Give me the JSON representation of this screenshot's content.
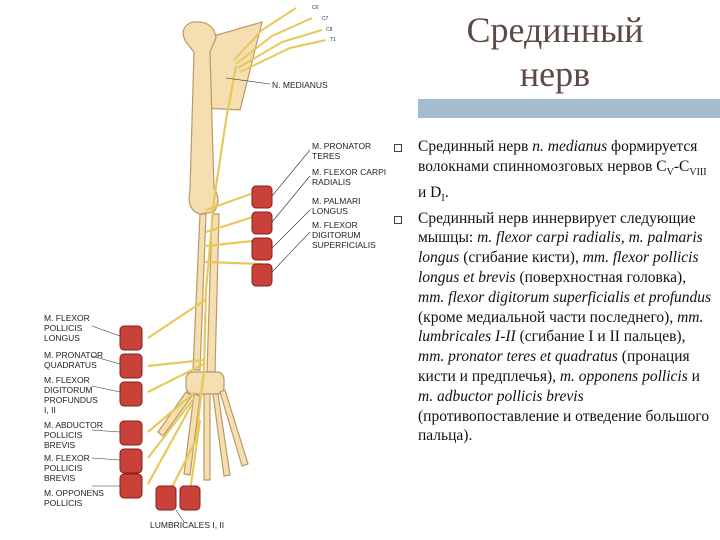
{
  "title": {
    "line1": "Срединный",
    "line2": "нерв"
  },
  "colors": {
    "accent_band": "#a5bccf",
    "title": "#5b4a45",
    "bone": "#f5deb0",
    "muscle": "#c8423a",
    "nerve": "#e8c85a"
  },
  "figure": {
    "labels": {
      "median": "N. MEDIANUS",
      "pronator_teres": "M. PRONATOR\nTERES",
      "fcr": "M. FLEXOR CARPI\nRADIALIS",
      "palmaris": "M. PALMARI\nLONGUS",
      "fds": "M. FLEXOR\nDIGITORUM\nSUPERFICIALIS",
      "fpl": "M. FLEXOR\nPOLLICIS\nLONGUS",
      "pq": "M. PRONATOR\nQUADRATUS",
      "fdp": "M. FLEXOR\nDIGITORUM\nPROFUNDUS\nI, II",
      "apb": "M. ABDUCTOR\nPOLLICIS\nBREVIS",
      "fpb": "M. FLEXOR\nPOLLICIS\nBREVIS",
      "opp": "M. OPPONENS\nPOLLICIS",
      "lumb": "LUMBRICALES I, II"
    },
    "roots": [
      "C6",
      "C7",
      "C8",
      "T1"
    ]
  },
  "bullets": {
    "b1": {
      "p1": "Срединный нерв ",
      "p2": "n. medianus",
      "p3": " формируется волокнами спинномозговых нервов C",
      "s1": "V",
      "p4": "-C",
      "s2": "VIII",
      "p5": " и D",
      "s3": "I",
      "p6": "."
    },
    "b2": {
      "t1": "Срединный нерв иннервирует следующие мышцы: ",
      "t2": "m. flexor carpi radialis, m. palmaris longus",
      "t3": " (сгибание кисти), ",
      "t4": "mm. flexor pollicis longus et brevis",
      "t5": " (поверхностная головка), ",
      "t6": "mm. flexor digitorum superficialis et profundus",
      "t7": " (кроме медиальной части последнего), ",
      "t8": "mm. lumbricales I-II",
      "t9": " (сгибание I и II пальцев), ",
      "t10": "mm. pronator teres et quadratus",
      "t11": " (пронация кисти и предплечья), ",
      "t12": "m. opponens pollicis",
      "t13": " и ",
      "t14": "m. adbuctor pollicis brevis",
      "t15": " (противопоставление и отведение большого пальца)."
    }
  }
}
